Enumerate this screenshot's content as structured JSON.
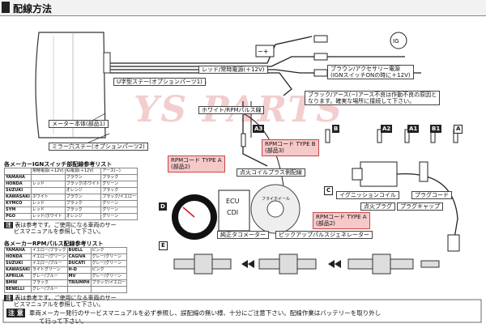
{
  "header": {
    "title": "配線方法"
  },
  "callouts": {
    "u_stay": "U字型ステー(オプションパーツ1)",
    "power_red": "レッド/常時電源(＋12V)",
    "power_brown_1": "ブラウン/アクセサリー電源",
    "power_brown_2": "(IGNスイッチONの時に＋12V)",
    "ground_1": "ブラック/アース(−)アース不良は作動不良の原因と",
    "ground_2": "なります。確実な場所に接続して下さい。",
    "white_rpm": "ホワイト/RPMパルス線",
    "meter_body": "メーター本体(部品1)",
    "mirror_stay": "ミラー穴ステー(オプションパーツ2)"
  },
  "rpm_codes": {
    "a_top": {
      "line1": "RPMコード TYPE A",
      "line2": "(部品2)"
    },
    "b": {
      "line1": "RPMコード TYPE B",
      "line2": "(部品3)"
    },
    "a_right": {
      "line1": "RPMコード TYPE A",
      "line2": "(部品2)"
    }
  },
  "components": {
    "ecu": "ECU",
    "cdi": "CDI",
    "ign_coil_plus": "点火コイルプラス側配線",
    "ign_coil": "イグニッションコイル",
    "plug_cord": "プラグコード",
    "plug": "点火プラグ",
    "plug_cap": "プラグキャップ",
    "flywheel": "フライホイール",
    "pickup": "ピックアップパルスジェネレーター",
    "genuine_tacho": "純正タコメーター",
    "ign_symbol": "IG",
    "power_symbol": "−+"
  },
  "tags": {
    "a": "A",
    "a1": "A1",
    "a2": "A2",
    "a3": "A3",
    "b": "B",
    "b1": "B1",
    "c": "C",
    "d": "D",
    "e": "E"
  },
  "ign_table": {
    "title": "各メーカーIGNスイッチ部配線参考リスト",
    "headers": [
      "",
      "常時電源(＋12V)",
      "IG電源(＋12V)",
      "アース(−)"
    ],
    "rows": [
      [
        "YAMAHA",
        "",
        "ブラウン",
        "ブラック"
      ],
      [
        "HONDA",
        "レッド",
        "ブラック/ホワイト",
        "グリーン"
      ],
      [
        "SUZUKI",
        "",
        "オレンジ",
        "ブラック"
      ],
      [
        "KAWASAKI",
        "ホワイト",
        "ブラウン",
        "ブラック/イエロー"
      ],
      [
        "KYMCO",
        "レッド",
        "ブラック",
        "グリーン"
      ],
      [
        "SYM",
        "レッド",
        "ブラック",
        "グリーン"
      ],
      [
        "PGO",
        "レッド/ホワイト",
        "オレンジ",
        "グリーン"
      ]
    ]
  },
  "note1": {
    "line1": "表は参考です。ご使用になる車両のサー",
    "line2": "ビスマニュアルを参照して下さい。"
  },
  "rpm_table": {
    "title": "各メーカーRPMパルス配線参考リスト",
    "rows": [
      [
        "YAMAHA",
        "イエロー/ブラック",
        "BUELL",
        "ピンク"
      ],
      [
        "HONDA",
        "イエロー/グリーン",
        "CAGIVA",
        "グレー/グリーン"
      ],
      [
        "SUZUKI",
        "イエロー/ブルー",
        "DUCATI",
        "グレー/グリーン"
      ],
      [
        "KAWASAKI",
        "ライトグリーン",
        "H-D",
        "ピンク"
      ],
      [
        "APRILIA",
        "グレー/ブルー",
        "MV",
        "グレー/グリーン"
      ],
      [
        "BMW",
        "ブラック",
        "TRIUMPH",
        "ブラック/イエロー"
      ],
      [
        "BENELLI",
        "グレー/ブルー",
        "",
        ""
      ]
    ]
  },
  "note2": {
    "line1": "表は参考です。ご使用になる車両のサー",
    "line2": "ビスマニュアルを参照して下さい。"
  },
  "bottom_note": {
    "mark": "注 意",
    "text1": "車両メーカー発行のサービスマニュアルを必ず参照し、誤配線の無い様、十分にご注意下さい。配線作業はバッテリーを取り外し",
    "text2": "て行って下さい。"
  },
  "note_mark": "注",
  "watermark": "YS PARTS"
}
